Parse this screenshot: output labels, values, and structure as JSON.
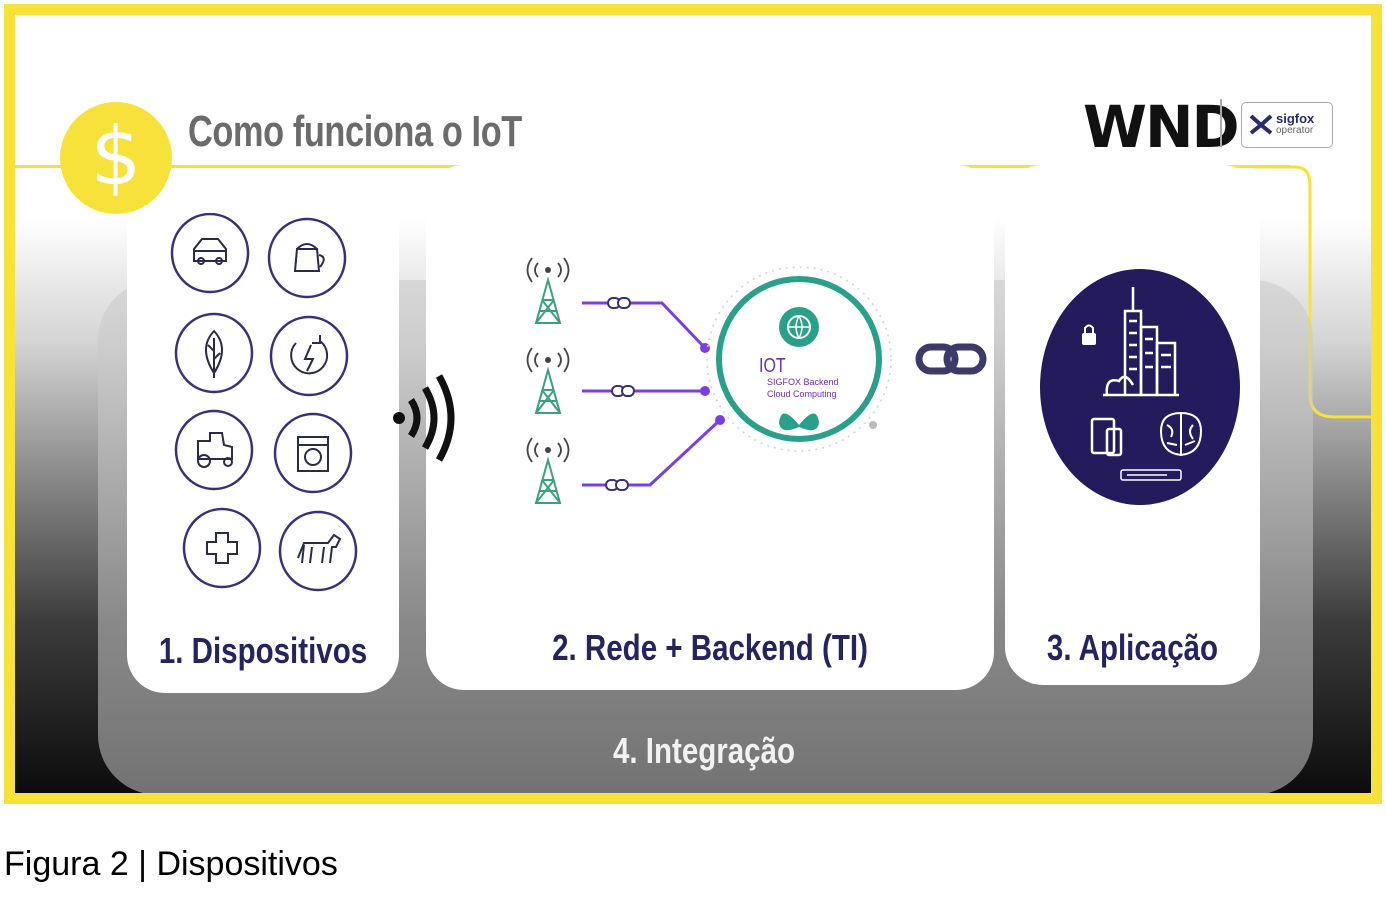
{
  "slide": {
    "title": "Como funciona o IoT",
    "dollar_symbol": "$",
    "logo_text": "WND",
    "badge_line1": "sigfox",
    "badge_line2": "operator"
  },
  "cards": {
    "devices_label": "1. Dispositivos",
    "network_label": "2. Rede + Backend (TI)",
    "application_label": "3. Aplicação",
    "integration_label": "4. Integração"
  },
  "iot_circle": {
    "title": "IOT",
    "line1": "SIGFOX Backend",
    "line2": "Cloud Computing"
  },
  "device_icons": [
    "car-icon",
    "kettle-icon",
    "leaf-icon",
    "energy-icon",
    "tractor-icon",
    "washing-machine-icon",
    "health-cross-icon",
    "dog-icon"
  ],
  "colors": {
    "accent_yellow": "#f7e23b",
    "navy": "#25245e",
    "purple": "#7a3fe0",
    "teal": "#2aa08a"
  },
  "caption": "Figura 2 | Dispositivos"
}
